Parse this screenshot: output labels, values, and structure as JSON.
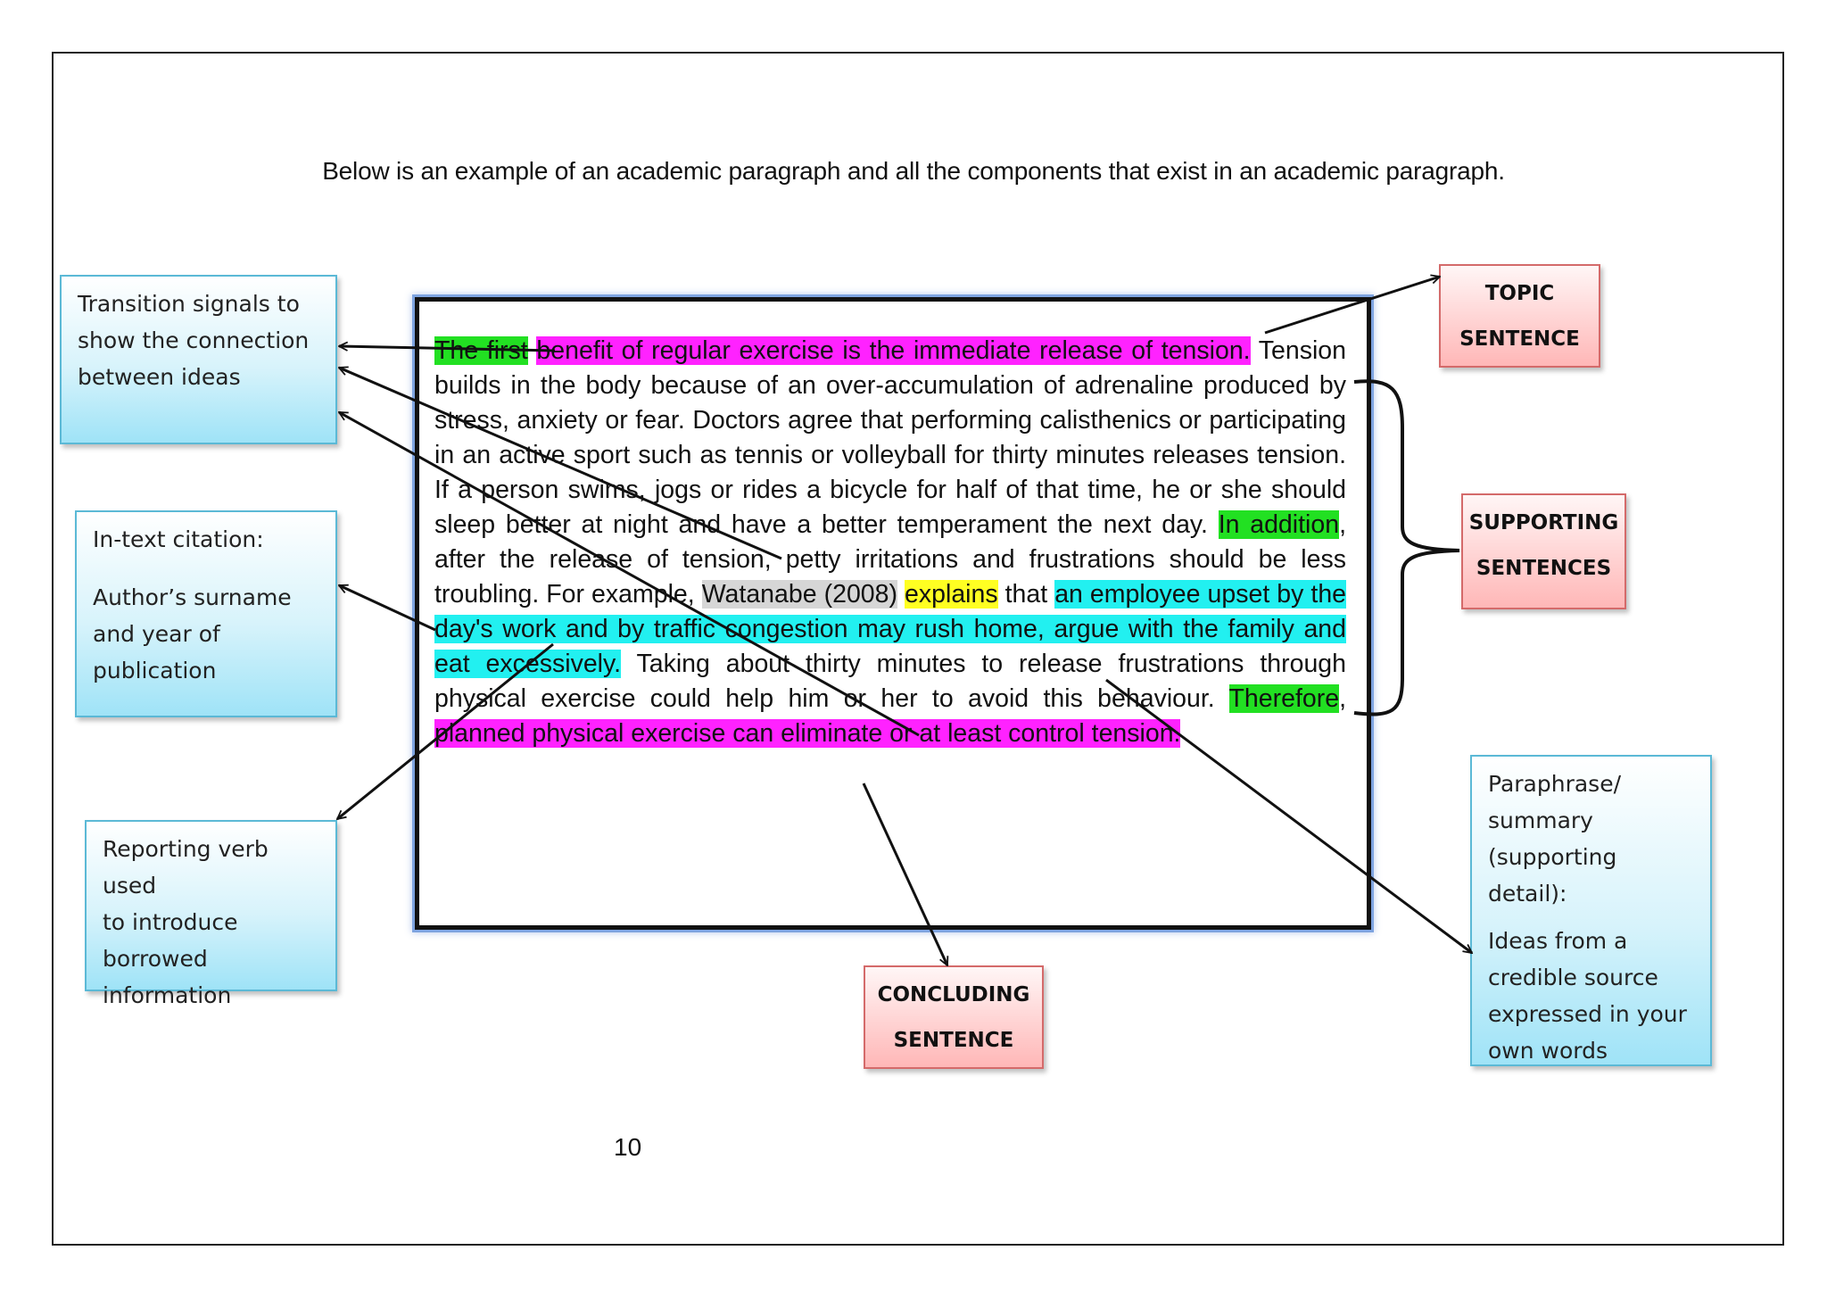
{
  "intro_text": "Below is an example of an academic paragraph and all the components that exist in an academic paragraph.",
  "paragraph": {
    "s1": "The first",
    "s2": " ",
    "s3": "benefit of regular exercise is the immediate release of tension.",
    "s4": " Tension builds in the body because of an over-accumulation of adrenaline produced by stress, anxiety or fear. Doctors agree that performing calisthenics or participating in an active sport such as tennis or volleyball for thirty minutes releases tension. If a person swims, jogs or rides a bicycle for half of that time, he or she should sleep better at night and have a better temperament the next day. ",
    "s5": "In addition",
    "s6": ", after the release of tension, petty irritations and frustrations should be less troubling. For example, ",
    "s7": "Watanabe (2008)",
    "s8": " ",
    "s9": "explains",
    "s10": " that ",
    "s11": "an employee upset by the day's work and by traffic congestion may rush home, argue with the family and eat excessively.",
    "s12": " Taking about thirty minutes to release frustrations through physical exercise could help him or her to avoid this behaviour. ",
    "s13": "Therefore",
    "s14": ", ",
    "s15": "planned physical exercise can eliminate or at least control tension."
  },
  "callouts": {
    "transition": [
      "Transition signals to",
      "show the connection",
      "between ideas"
    ],
    "citation_title": "In-text citation:",
    "citation_body": [
      "Author’s surname",
      "and year of",
      "publication"
    ],
    "reporting": [
      "Reporting verb used",
      "to introduce",
      "borrowed",
      "information"
    ],
    "paraphrase_title": [
      "Paraphrase/",
      "summary",
      "(supporting detail):"
    ],
    "paraphrase_body": [
      "Ideas from a",
      "credible source",
      "expressed in your",
      "own words"
    ]
  },
  "tags": {
    "topic": [
      "TOPIC",
      "SENTENCE"
    ],
    "supporting": [
      "SUPPORTING",
      "SENTENCES"
    ],
    "concluding": [
      "CONCLUDING",
      "SENTENCE"
    ]
  },
  "page_number": "10",
  "colors": {
    "highlight_green": "#22e022",
    "highlight_magenta": "#ff22ff",
    "highlight_cyan": "#22f0f0",
    "highlight_yellow": "#ffff22",
    "highlight_gray": "#d6d6d6",
    "callout_border": "#5bb9d6",
    "tag_border": "#d46a6a"
  }
}
